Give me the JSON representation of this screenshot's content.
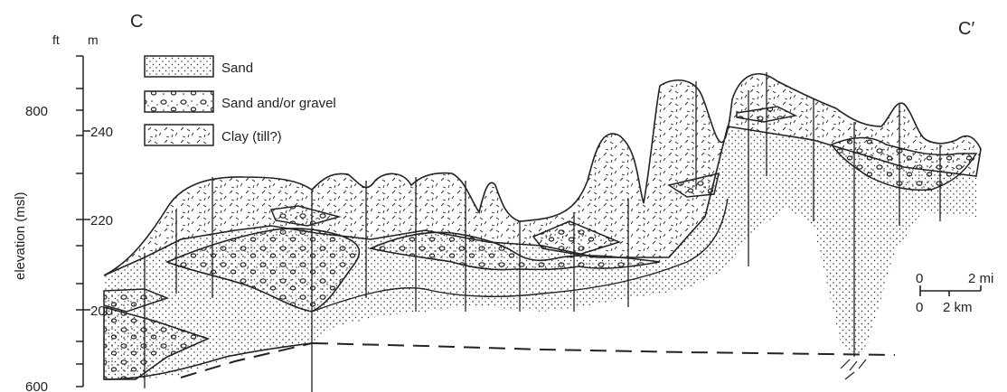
{
  "section": {
    "start_label": "C",
    "end_label": "C′"
  },
  "axes": {
    "ft_unit": "ft",
    "m_unit": "m",
    "ft_ticks": [
      "800",
      "600"
    ],
    "m_ticks": [
      "240",
      "220",
      "200"
    ],
    "ylabel": "elevation (msl)"
  },
  "legend": [
    {
      "label": "Sand",
      "pattern": "sand"
    },
    {
      "label": "Sand and/or gravel",
      "pattern": "gravel"
    },
    {
      "label": "Clay (till?)",
      "pattern": "clay"
    }
  ],
  "scale_bar": {
    "mi_zero": "0",
    "mi_value": "2 mi",
    "km_zero": "0",
    "km_value": "2 km"
  },
  "colors": {
    "ink": "#222222",
    "background": "#ffffff"
  }
}
